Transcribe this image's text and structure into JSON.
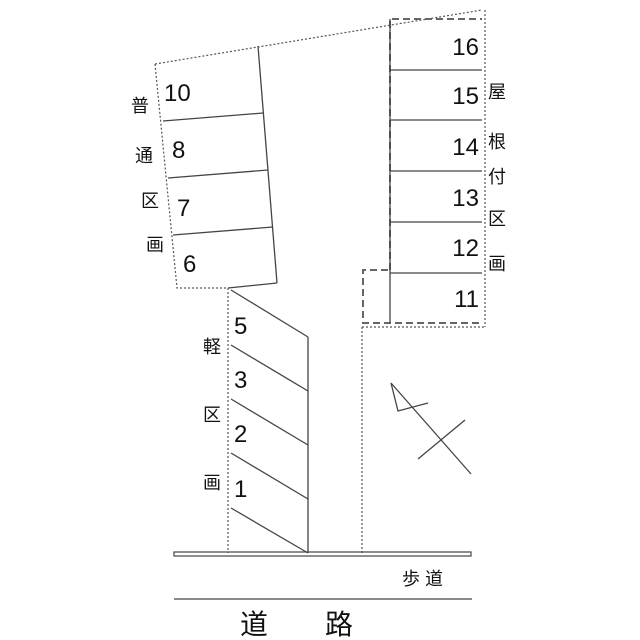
{
  "diagram": {
    "type": "parking-lot-layout",
    "sections": {
      "regular": {
        "label_chars": [
          "普",
          "通",
          "区",
          "画"
        ],
        "label": "普通区画",
        "spaces": [
          "10",
          "8",
          "7",
          "6"
        ]
      },
      "kei": {
        "label_chars": [
          "軽",
          "区",
          "画"
        ],
        "label": "軽区画",
        "spaces": [
          "5",
          "3",
          "2",
          "1"
        ]
      },
      "covered": {
        "label_chars": [
          "屋",
          "根",
          "付",
          "区",
          "画"
        ],
        "label": "屋根付区画",
        "spaces": [
          "16",
          "15",
          "14",
          "13",
          "12",
          "11"
        ]
      }
    },
    "sidewalk": {
      "chars": [
        "歩",
        "道"
      ],
      "label": "歩道"
    },
    "road": {
      "chars": [
        "道",
        "路"
      ],
      "label": "道路"
    },
    "north_arrow": "north-arrow-symbol"
  }
}
